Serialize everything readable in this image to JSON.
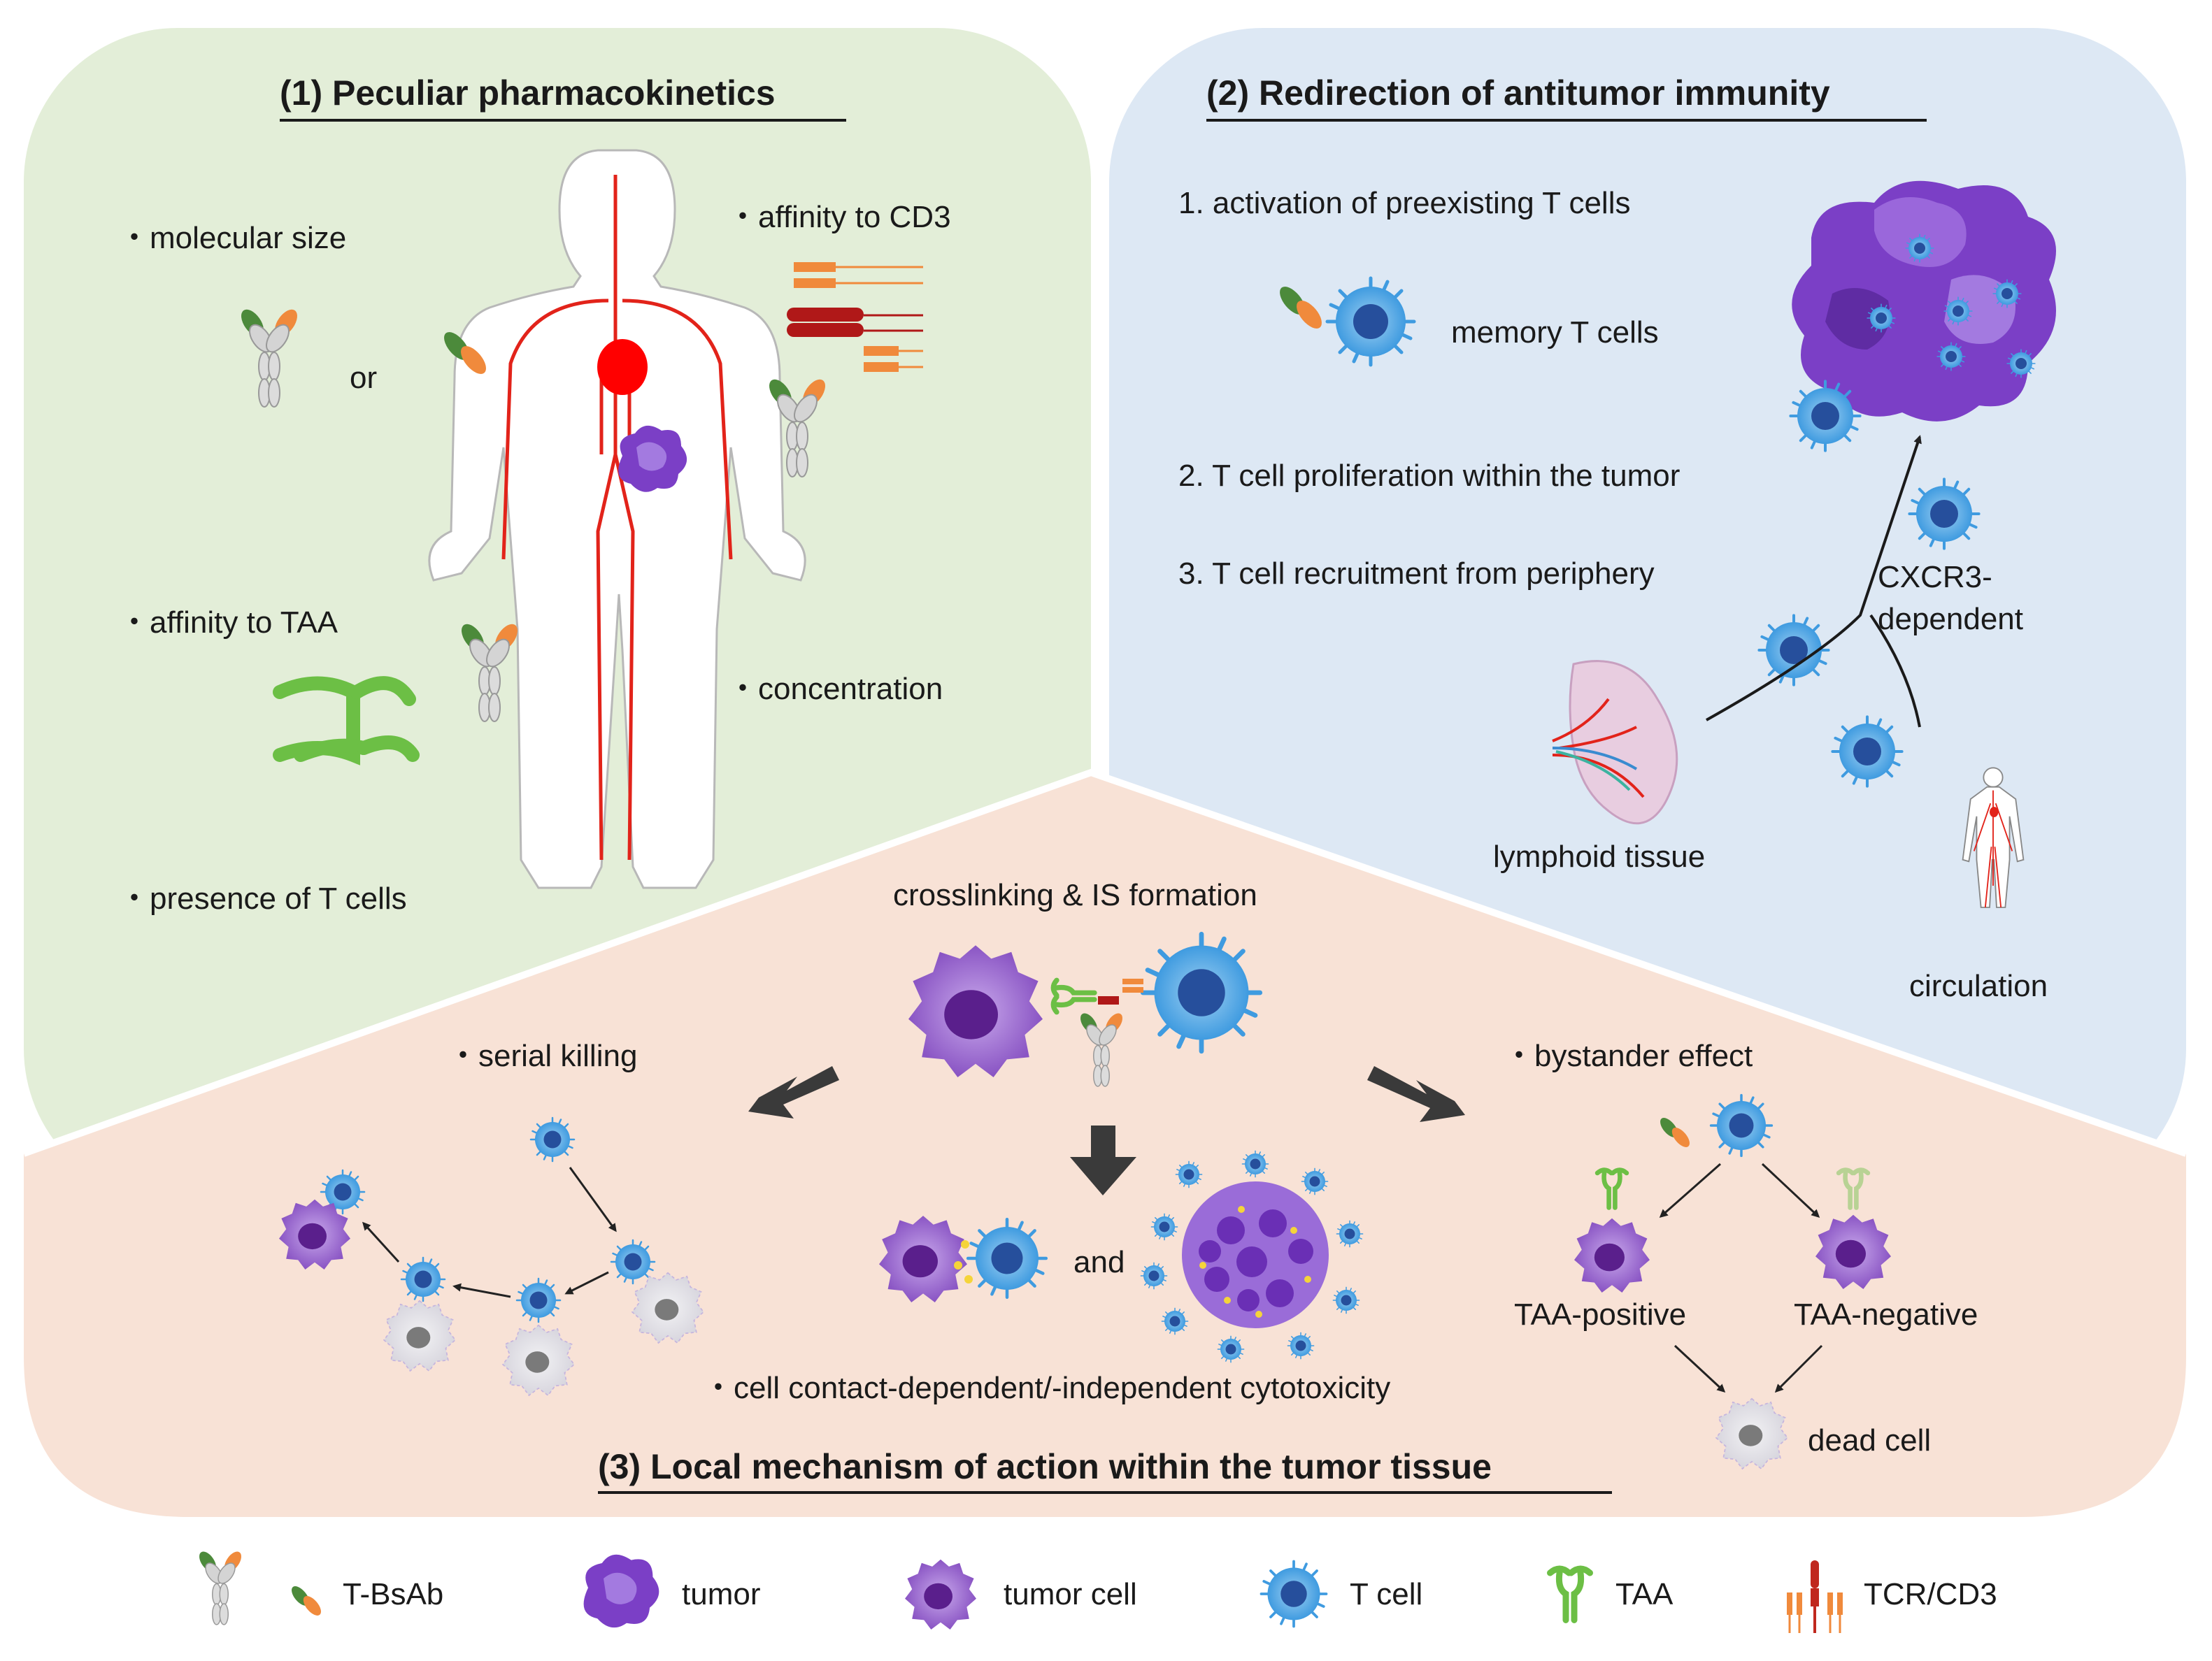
{
  "panel1": {
    "title": "(1) Peculiar pharmacokinetics",
    "molecular_size": "・molecular size",
    "or": "or",
    "affinity_cd3": "・affinity to CD3",
    "affinity_taa": "・affinity to TAA",
    "concentration": "・concentration",
    "presence_t": "・presence of T cells"
  },
  "panel2": {
    "title": "(2) Redirection of antitumor immunity",
    "item1": "1. activation of preexisting T cells",
    "memory": "memory T cells",
    "item2": "2. T cell proliferation within the tumor",
    "item3": "3. T cell recruitment from periphery",
    "cxcr3_line1": "CXCR3-",
    "cxcr3_line2": "dependent",
    "lymphoid": "lymphoid tissue",
    "circulation": "circulation"
  },
  "panel3": {
    "title": "(3) Local mechanism of action within the tumor tissue",
    "crosslink": "crosslinking & IS formation",
    "serial": "・serial killing",
    "bystander": "・bystander effect",
    "and": "and",
    "contact": "・cell contact-dependent/-independent cytotoxicity",
    "taa_pos": "TAA-positive",
    "taa_neg": "TAA-negative",
    "dead": "dead cell"
  },
  "legend": {
    "bsab": "T-BsAb",
    "tumor": "tumor",
    "tumor_cell": "tumor cell",
    "t_cell": "T cell",
    "taa": "TAA",
    "tcr": "TCR/CD3"
  },
  "colors": {
    "panel1_bg": "#e3eed8",
    "panel2_bg": "#dde8f4",
    "panel3_bg": "#f8e2d6",
    "tcell": "#2e6fbf",
    "tumor_cell": "#9b6cc9",
    "tumor": "#6a2fb5",
    "taa": "#6cbf45",
    "vessel": "#e2231a"
  }
}
